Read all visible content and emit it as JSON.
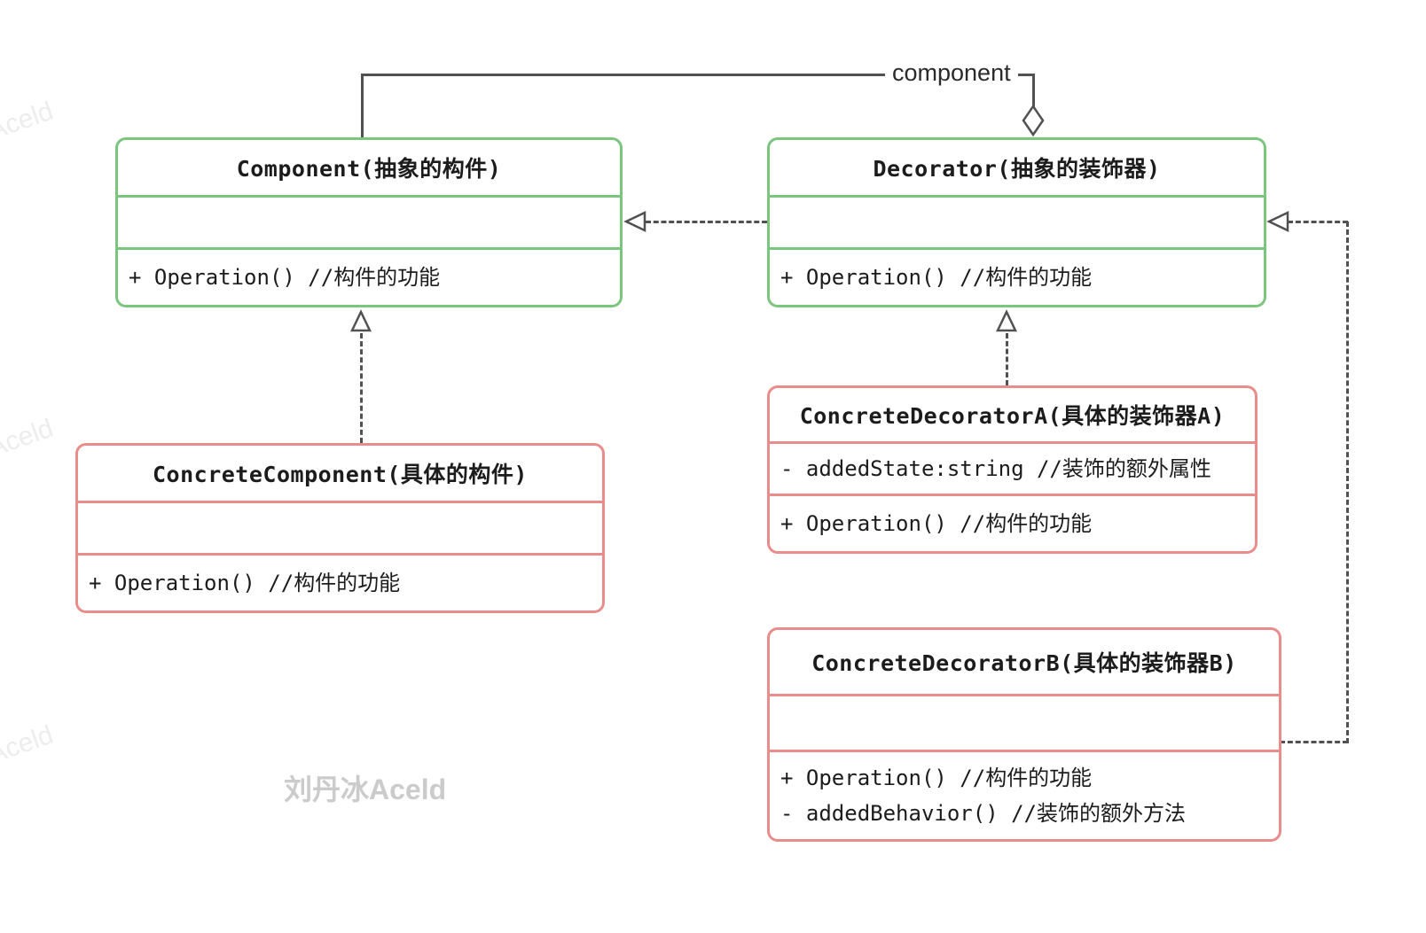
{
  "colors": {
    "green": "#7cc57e",
    "red": "#e98c8c",
    "line": "#515151"
  },
  "watermarks": {
    "corner": "Aceld",
    "signature": "刘丹冰Aceld"
  },
  "classes": [
    {
      "id": "component",
      "name": "Component(抽象的构件)",
      "attributes": [],
      "methods": [
        "+ Operation() //构件的功能"
      ]
    },
    {
      "id": "decorator",
      "name": "Decorator(抽象的装饰器)",
      "attributes": [],
      "methods": [
        "+ Operation() //构件的功能"
      ]
    },
    {
      "id": "concrete-component",
      "name": "ConcreteComponent(具体的构件)",
      "attributes": [],
      "methods": [
        "+ Operation() //构件的功能"
      ]
    },
    {
      "id": "concrete-decorator-a",
      "name": "ConcreteDecoratorA(具体的装饰器A)",
      "attributes": [
        "- addedState:string //装饰的额外属性"
      ],
      "methods": [
        "+ Operation() //构件的功能"
      ]
    },
    {
      "id": "concrete-decorator-b",
      "name": "ConcreteDecoratorB(具体的装饰器B)",
      "attributes": [],
      "methods": [
        "+ Operation() //构件的功能",
        "- addedBehavior() //装饰的额外方法"
      ]
    }
  ],
  "relationships": [
    {
      "type": "aggregation",
      "label": "component",
      "from": "Decorator",
      "to": "Component"
    },
    {
      "type": "dashed-arrow",
      "from": "Decorator",
      "to": "Component"
    },
    {
      "type": "dashed-arrow",
      "from": "ConcreteComponent",
      "to": "Component"
    },
    {
      "type": "dashed-arrow",
      "from": "ConcreteDecoratorA",
      "to": "Decorator"
    },
    {
      "type": "dashed-arrow",
      "from": "ConcreteDecoratorB",
      "to": "Decorator"
    }
  ]
}
